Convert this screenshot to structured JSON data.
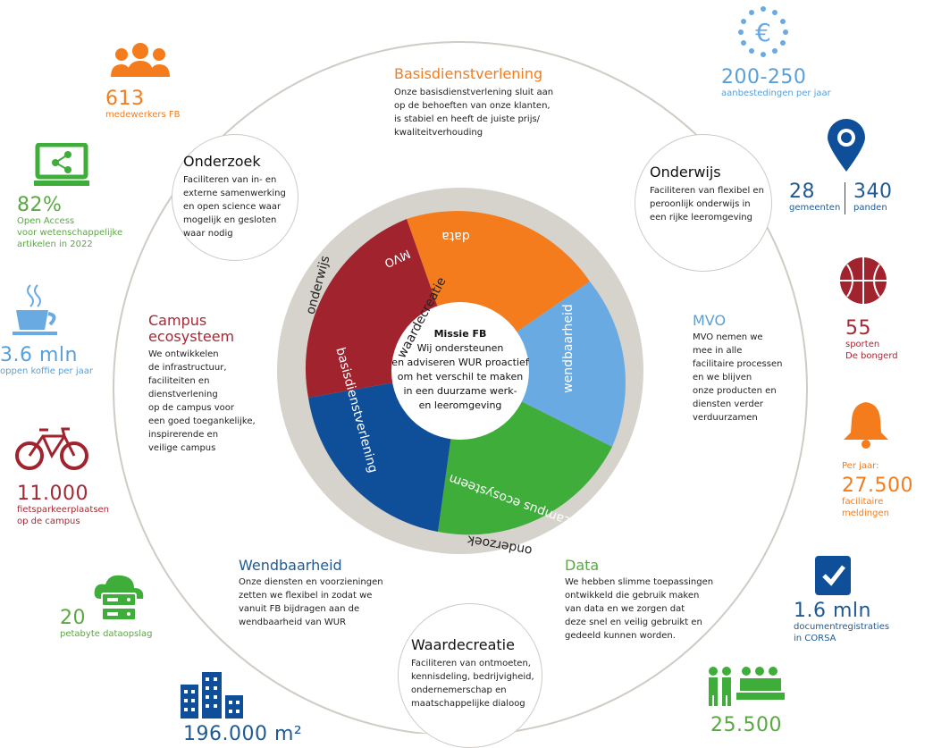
{
  "stats": {
    "staff": {
      "value": "613",
      "label": "medewerkers FB"
    },
    "open_access": {
      "value": "82%",
      "label1": "Open Access",
      "label2": "voor wetenschappelijke",
      "label3": "artikelen in 2022"
    },
    "coffee": {
      "value": "3.6 mln",
      "label": "oppen koffie per jaar"
    },
    "bike": {
      "value": "11.000",
      "label1": "fietsparkeerplaatsen",
      "label2": "op de campus"
    },
    "data_storage": {
      "value": "20",
      "label": "petabyte dataopslag"
    },
    "buildings": {
      "value": "196.000 m²"
    },
    "tenders": {
      "value": "200-250",
      "label": "aanbestedingen per jaar"
    },
    "municipalities": {
      "value": "28",
      "label": "gemeenten"
    },
    "premises": {
      "value": "340",
      "label": "panden"
    },
    "sports": {
      "value": "55",
      "label1": "sporten",
      "label2": "De bongerd"
    },
    "reports": {
      "prefix": "Per jaar:",
      "value": "27.500",
      "label": "facilitaire meldingen"
    },
    "documents": {
      "value": "1.6 mln",
      "label1": "documentregistraties",
      "label2": "in CORSA"
    },
    "people": {
      "value": "25.500"
    }
  },
  "sections": {
    "basis": {
      "title": "Basisdienstverlening",
      "lines": [
        "Onze basisdienstverlening sluit aan",
        "op de behoeften van onze klanten,",
        "is stabiel en heeft de juiste prijs/",
        "kwaliteitverhouding"
      ]
    },
    "onderzoek": {
      "title": "Onderzoek",
      "lines": [
        "Faciliteren van in- en",
        "externe samenwerking",
        "en open science waar",
        "mogelijk en gesloten",
        "waar nodig"
      ]
    },
    "onderwijs": {
      "title": "Onderwijs",
      "lines": [
        "Faciliteren van flexibel en",
        "peroonlijk onderwijs in",
        "een rijke leeromgeving"
      ]
    },
    "campus": {
      "title1": "Campus",
      "title2": "ecosysteem",
      "lines": [
        "We ontwikkelen",
        "de infrastructuur,",
        "faciliteiten en",
        "dienstverlening",
        "op de campus voor",
        "een goed toegankelijke,",
        "inspirerende en",
        "veilige campus"
      ]
    },
    "mvo": {
      "title": "MVO",
      "lines": [
        "MVO nemen we",
        "mee in alle",
        "facilitaire processen",
        "en we blijven",
        "onze producten en",
        "diensten verder",
        "verduurzamen"
      ]
    },
    "wendbaarheid": {
      "title": "Wendbaarheid",
      "lines": [
        "Onze diensten en voorzieningen",
        "zetten we flexibel in zodat we",
        "vanuit FB bijdragen aan de",
        "wendbaarheid van WUR"
      ]
    },
    "data": {
      "title": "Data",
      "lines": [
        "We hebben slimme toepassingen",
        "ontwikkeld die gebruik maken",
        "van data en we zorgen dat",
        "deze snel en veilig gebruikt en",
        "gedeeld kunnen worden."
      ]
    },
    "waardecreatie": {
      "title": "Waardecreatie",
      "lines": [
        "Faciliteren van ontmoeten,",
        "kennisdeling, bedrijvigheid,",
        "ondernemerschap en",
        "maatschappelijke dialoog"
      ]
    }
  },
  "wheel": {
    "mission_title": "Missie FB",
    "mission_lines": [
      "Wij ondersteunen",
      "en adviseren WUR proactief",
      "om het verschil te maken",
      "in een duurzame werk-",
      "en leeromgeving"
    ],
    "segments": {
      "data": "data",
      "wendbaarheid": "wendbaarheid",
      "campus": "campus ecosysteem",
      "basis": "basisdienstverlening",
      "mvo": "MVO"
    },
    "ring": {
      "waardecreatie": "waardecreatie",
      "onderwijs": "onderwijs",
      "onderzoek": "onderzoek"
    }
  },
  "colors": {
    "orange": "#f47c1c",
    "blue": "#6aaae2",
    "green": "#3ead3a",
    "navy": "#0f4f99",
    "red": "#a0232e",
    "ring": "#d6d2cc"
  }
}
